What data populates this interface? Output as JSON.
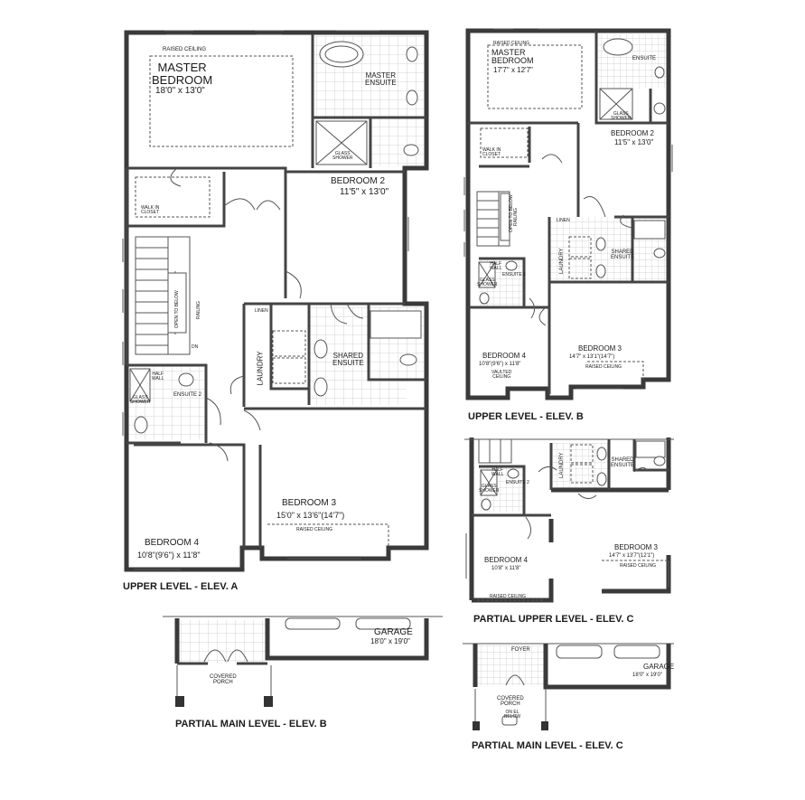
{
  "plans": {
    "upper_a": {
      "caption": "UPPER LEVEL - ELEV. A",
      "raised_ceiling_1": "RAISED CEILING",
      "master_name": "MASTER\nBEDROOM",
      "master_dim": "18'0\" x 13'0\"",
      "master_ensuite": "MASTER\nENSUITE",
      "glass_shower": "GLASS\nSHOWER",
      "walk_in": "WALK IN\nCLOSET",
      "bedroom2_name": "BEDROOM 2",
      "bedroom2_dim": "11'5\" x 13'0\"",
      "open_below": "OPEN TO BELOW",
      "railing": "RAILING",
      "dn": "DN",
      "linen": "LINEN",
      "laundry": "LAUNDRY",
      "shared_ensuite": "SHARED\nENSUITE",
      "half_wall": "HALF\nWALL",
      "glass_shower_2": "GLASS\nSHOWER",
      "ensuite2": "ENSUITE 2",
      "bedroom3_name": "BEDROOM 3",
      "bedroom3_dim": "15'0\" x 13'6\"(14'7\")",
      "raised_ceiling_2": "RAISED CEILING",
      "bedroom4_name": "BEDROOM 4",
      "bedroom4_dim": "10'8\"(9'6\") x 11'8\""
    },
    "upper_b": {
      "caption": "UPPER LEVEL - ELEV. B",
      "raised_ceiling": "RAISED CEILING",
      "master_name": "MASTER\nBEDROOM",
      "master_dim": "17'7\" x 12'7\"",
      "ensuite": "ENSUITE",
      "glass_shower": "GLASS\nSHOWER",
      "walk_in": "WALK IN\nCLOSET",
      "bedroom2_name": "BEDROOM 2",
      "bedroom2_dim": "11'5\" x 13'0\"",
      "open_below": "OPEN TO BELOW",
      "railing": "RAILING",
      "linen": "LINEN",
      "laundry": "LAUNDRY",
      "shared_ensuite": "SHARED\nENSUITE",
      "half_wall": "HALF\nWALL",
      "ensuite2": "ENSUITE 2",
      "glass_shower_2": "GLASS\nSHOWER",
      "bedroom4_name": "BEDROOM 4",
      "bedroom4_dim": "10'8\"(9'6\") x 11'8\"",
      "vaulted": "VAULTED\nCEILING",
      "bedroom3_name": "BEDROOM 3",
      "bedroom3_dim": "14'7\" x 13'1\"(14'7\")",
      "raised_ceiling_2": "RAISED CEILING"
    },
    "partial_upper_c": {
      "caption": "PARTIAL UPPER LEVEL - ELEV. C",
      "laundry": "LAUNDRY",
      "shared_ensuite": "SHARED\nENSUITE",
      "half_wall": "HALF\nWALL",
      "glass_shower": "GLASS\nSHOWER",
      "ensuite2": "ENSUITE 2",
      "bedroom4_name": "BEDROOM 4",
      "bedroom4_dim": "10'8\" x 11'8\"",
      "raised_ceiling": "RAISED CEILING",
      "bedroom3_name": "BEDROOM 3",
      "bedroom3_dim": "14'7\" x 13'7\"(12'1\")",
      "raised_ceiling_2": "RAISED CEILING"
    },
    "partial_main_b": {
      "caption": "PARTIAL MAIN LEVEL - ELEV. B",
      "garage_name": "GARAGE",
      "garage_dim": "18'0\" x 19'0\"",
      "porch": "COVERED\nPORCH"
    },
    "partial_main_c": {
      "caption": "PARTIAL MAIN LEVEL - ELEV. C",
      "foyer": "FOYER",
      "garage_name": "GARAGE",
      "garage_dim": "18'0\" x 19'0\"",
      "porch": "COVERED\nPORCH",
      "on_el": "ON EL\nBELOW"
    }
  }
}
